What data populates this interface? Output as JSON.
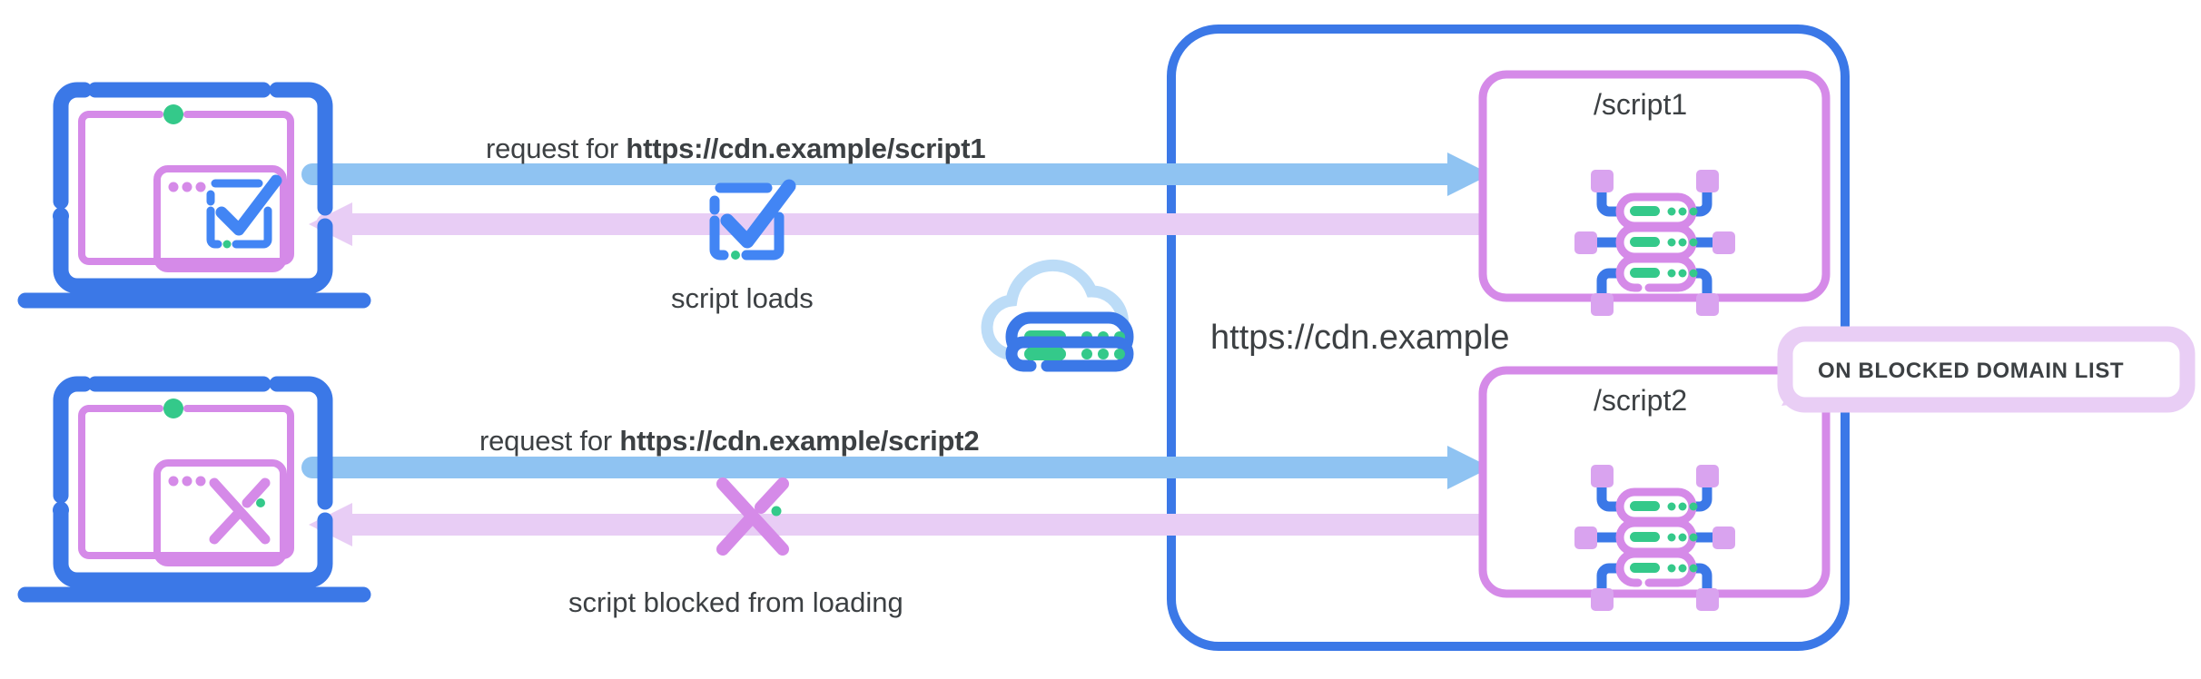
{
  "diagram": {
    "title": "CDN script blocking by domain",
    "colors": {
      "blue": "#3b78e7",
      "blue_line": "#4285f4",
      "blue_arrow": "#8fc3f2",
      "purple": "#d58ae8",
      "purple_arrow": "#e8cdf5",
      "badge_border": "#e9cef5",
      "green": "#34c98a",
      "cloud": "#bcdcf7",
      "text": "#3c4043",
      "white": "#ffffff"
    },
    "flows": [
      {
        "id": "script1",
        "request_prefix": "request for ",
        "request_url": "https://cdn.example/script1",
        "outcome": "script loads",
        "status_icon": "check-square-icon",
        "client_icon": "laptop-check-icon",
        "target_label": "/script1",
        "target_icon": "server-node-icon",
        "blocked": false
      },
      {
        "id": "script2",
        "request_prefix": "request for ",
        "request_url": "https://cdn.example/script2",
        "outcome": "script blocked from loading",
        "status_icon": "cross-x-icon",
        "client_icon": "laptop-x-icon",
        "target_label": "/script2",
        "target_icon": "server-node-icon",
        "blocked": true
      }
    ],
    "cloud": {
      "icon": "cloud-server-icon"
    },
    "cdn": {
      "label": "https://cdn.example"
    },
    "badge": {
      "label": "ON BLOCKED DOMAIN LIST"
    }
  }
}
